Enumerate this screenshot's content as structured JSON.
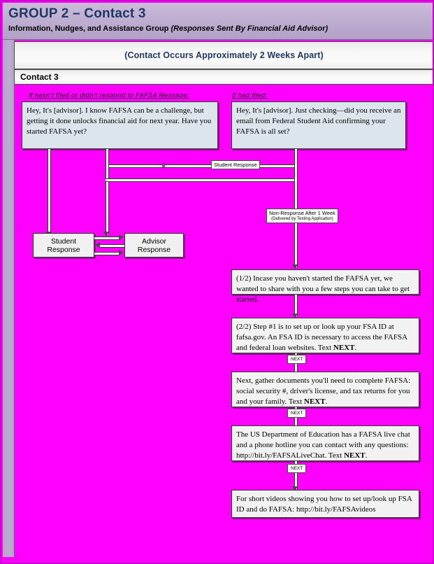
{
  "header": {
    "title": "GROUP 2 – Contact 3",
    "subtitle_plain": "Information, Nudges, and Assistance Group ",
    "subtitle_italic": "(Responses Sent By Financial Aid Advisor)"
  },
  "banners": {
    "contact_occurs": "(Contact Occurs Approximately 2 Weeks Apart)",
    "contact_label": "Contact 3"
  },
  "captions": {
    "left": "If hasn't filed or didn't respond to FAFSA Message:",
    "right": "If had filed:"
  },
  "messages": {
    "left_initial": "Hey, It's [advisor]. I know FAFSA can be a challenge, but getting it done unlocks financial aid for next year. Have you started FAFSA yet?",
    "right_initial": "Hey, It's [advisor]. Just checking—did you receive an email from Federal Student Aid confirming your FAFSA is all set?",
    "step_1_of_2": "(1/2) Incase you haven't started the FAFSA yet, we wanted to share with you a few steps you can take to get started.",
    "step_2_of_2_pre": "(2/2) Step #1 is to set up or look up your FSA ID at fafsa.gov. An FSA ID is necessary to access the FAFSA and federal loan websites. Text ",
    "step_2_of_2_bold": "NEXT",
    "step_2_of_2_post": ".",
    "documents_pre": "Next, gather documents you'll need to complete FAFSA: social security #, driver's license, and tax returns for you and your family. Text ",
    "documents_bold": "NEXT",
    "documents_post": ".",
    "livechat_pre": "The US Department of Education has a FAFSA live chat and a phone hotline you can contact with any questions: http://bit.ly/FAFSALiveChat. Text ",
    "livechat_bold": "NEXT",
    "livechat_post": ".",
    "videos": "For short videos showing you how to set up/look up FSA ID and do FAFSA: http://bit.ly/FAFSAvideos"
  },
  "nodes": {
    "student_response": "Student Response",
    "advisor_response": "Advisor Response"
  },
  "edge_labels": {
    "student_response": "Student Response",
    "non_response_main": "Non-Response After 1 Week",
    "non_response_sub": "(Delivered by Texting Application)",
    "next_1": "NEXT",
    "next_2": "NEXT",
    "next_3": "NEXT"
  },
  "colors": {
    "canvas": "#ff00ff",
    "header": "#bcaccf",
    "title_text": "#1f3864",
    "message_fill": "#dce4ec",
    "caption_text": "#5c0a5c"
  }
}
